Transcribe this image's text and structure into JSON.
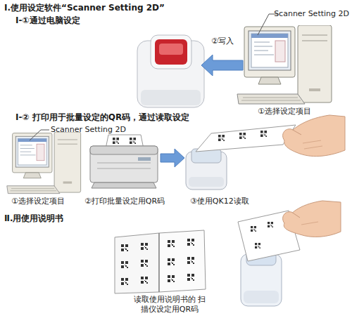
{
  "diagram": {
    "labels": [
      "Ⅰ.使用设定软件“Scanner Setting 2D”",
      "Ⅰ-①通过电脑设定",
      "Scanner Setting 2D",
      "②写入",
      "①选择设定项目",
      "Ⅰ-② 打印用于批量设定的QR码，通过读取设定",
      "Scanner Setting 2D",
      "①选择设定项目",
      "②打印批量设定用QR码",
      "③使用QK12读取",
      "Ⅱ.用使用说明书",
      "读取使用说明书的 扫描仪设定用QR码"
    ]
  }
}
